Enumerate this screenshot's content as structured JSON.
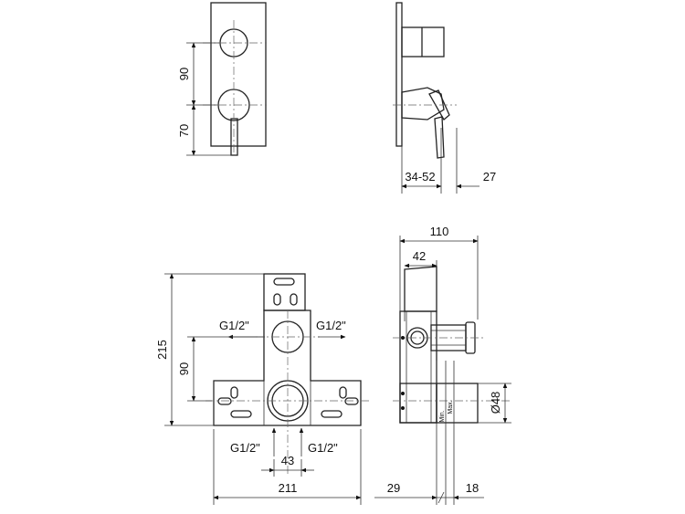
{
  "front_view": {
    "dims": [
      "90",
      "70"
    ]
  },
  "side_view": {
    "dims": [
      "34-52",
      "27"
    ]
  },
  "box_front": {
    "dims": {
      "height": "215",
      "axis": "90",
      "spacing": "43",
      "width": "211"
    },
    "ports": {
      "left": "G1/2\"",
      "right": "G1/2\"",
      "bottom_left": "G1/2\"",
      "bottom_right": "G1/2\""
    }
  },
  "box_side": {
    "dims": {
      "total": "110",
      "top": "42",
      "diameter": "Ø48",
      "left": "29",
      "right": "18"
    },
    "markers": {
      "min": "Min.",
      "max": "Max."
    }
  }
}
